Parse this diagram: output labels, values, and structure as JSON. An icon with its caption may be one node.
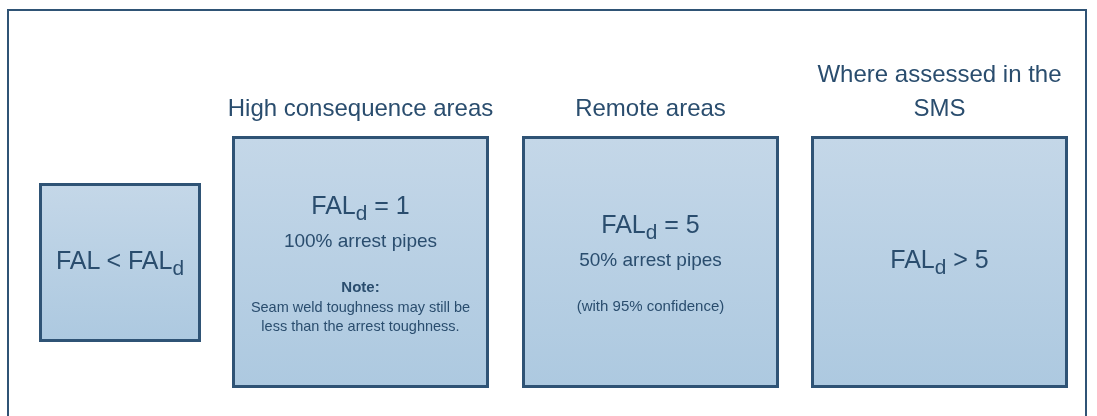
{
  "diagram": {
    "nodes": [
      {
        "text": [
          "FAL < FAL$_{d}$"
        ]
      },
      {
        "text": [
          "High consequence areas",
          "FAL$_{d}$ = 1",
          "100% arrest pipes",
          "Note:",
          "Seam weld toughness may still be less than the arrest toughness."
        ]
      },
      {
        "text": [
          "Remote areas",
          "FAL$_{d}$ = 5",
          "50% arrest pipes",
          "(with 95% confidence)"
        ]
      },
      {
        "text": [
          "Where assessed in the SMS",
          "FAL$_{d}$ > 5"
        ]
      }
    ]
  }
}
